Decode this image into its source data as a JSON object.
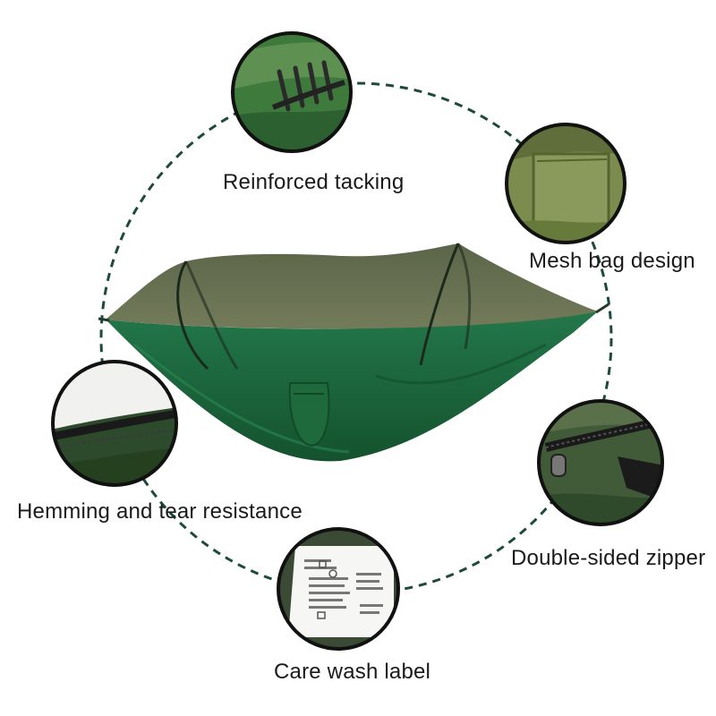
{
  "features": [
    {
      "key": "tacking",
      "label": "Reinforced tacking",
      "icon": "reinforced-tacking-detail-photo"
    },
    {
      "key": "mesh",
      "label": "Mesh bag design",
      "icon": "mesh-bag-detail-photo"
    },
    {
      "key": "hemming",
      "label": "Hemming and tear resistance",
      "icon": "hemming-detail-photo"
    },
    {
      "key": "zipper",
      "label": "Double-sided zipper",
      "icon": "zipper-detail-photo"
    },
    {
      "key": "care",
      "label": "Care wash label",
      "icon": "care-label-detail-photo"
    }
  ],
  "product": {
    "name": "camping hammock with mosquito net",
    "icon": "hammock-photo"
  },
  "colors": {
    "hammock_green": "#1f6b3d",
    "net_olive": "#4e5a3a",
    "ring_dash": "#1d4a3c",
    "background": "#ffffff"
  }
}
